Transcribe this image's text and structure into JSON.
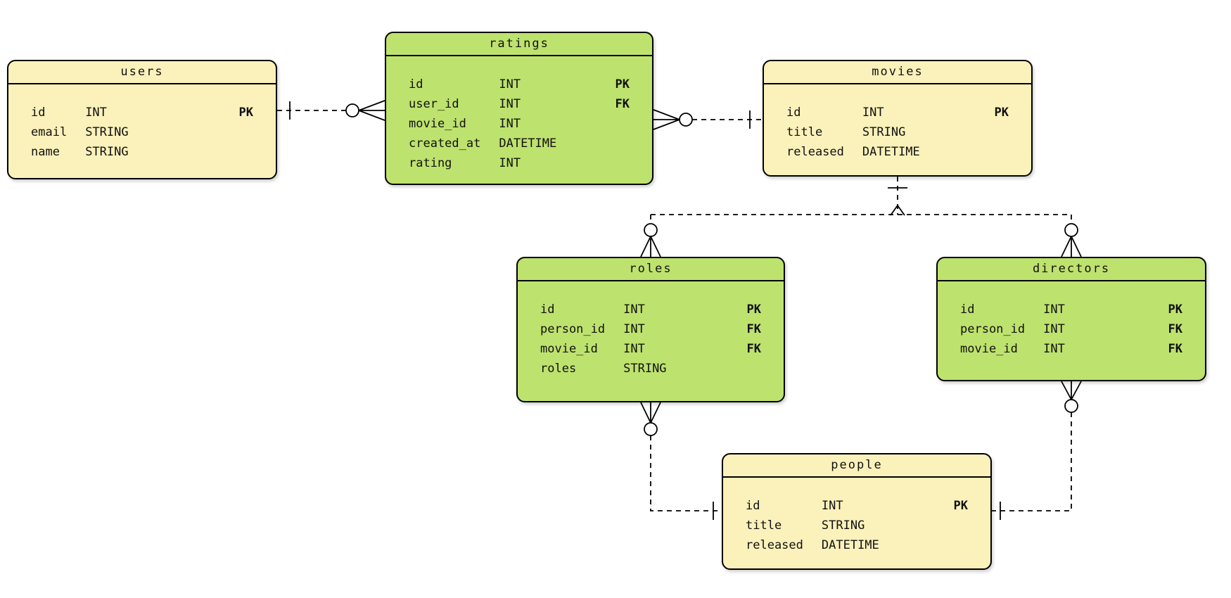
{
  "colors": {
    "yellow": "#FBF1BB",
    "green": "#BEE26E",
    "border": "#000000",
    "background": "#FFFFFF"
  },
  "entities": {
    "users": {
      "title": "users",
      "fields": [
        {
          "name": "id",
          "type": "INT",
          "key": "PK"
        },
        {
          "name": "email",
          "type": "STRING",
          "key": ""
        },
        {
          "name": "name",
          "type": "STRING",
          "key": ""
        }
      ]
    },
    "ratings": {
      "title": "ratings",
      "fields": [
        {
          "name": "id",
          "type": "INT",
          "key": "PK"
        },
        {
          "name": "user_id",
          "type": "INT",
          "key": "FK"
        },
        {
          "name": "movie_id",
          "type": "INT",
          "key": ""
        },
        {
          "name": "created_at",
          "type": "DATETIME",
          "key": ""
        },
        {
          "name": "rating",
          "type": "INT",
          "key": ""
        }
      ]
    },
    "movies": {
      "title": "movies",
      "fields": [
        {
          "name": "id",
          "type": "INT",
          "key": "PK"
        },
        {
          "name": "title",
          "type": "STRING",
          "key": ""
        },
        {
          "name": "released",
          "type": "DATETIME",
          "key": ""
        }
      ]
    },
    "roles": {
      "title": "roles",
      "fields": [
        {
          "name": "id",
          "type": "INT",
          "key": "PK"
        },
        {
          "name": "person_id",
          "type": "INT",
          "key": "FK"
        },
        {
          "name": "movie_id",
          "type": "INT",
          "key": "FK"
        },
        {
          "name": "roles",
          "type": "STRING",
          "key": ""
        }
      ]
    },
    "directors": {
      "title": "directors",
      "fields": [
        {
          "name": "id",
          "type": "INT",
          "key": "PK"
        },
        {
          "name": "person_id",
          "type": "INT",
          "key": "FK"
        },
        {
          "name": "movie_id",
          "type": "INT",
          "key": "FK"
        }
      ]
    },
    "people": {
      "title": "people",
      "fields": [
        {
          "name": "id",
          "type": "INT",
          "key": "PK"
        },
        {
          "name": "title",
          "type": "STRING",
          "key": ""
        },
        {
          "name": "released",
          "type": "DATETIME",
          "key": ""
        }
      ]
    }
  },
  "relationships": [
    {
      "from": "users",
      "to": "ratings",
      "from_cardinality": "one",
      "to_cardinality": "zero-or-many",
      "line": "dashed"
    },
    {
      "from": "movies",
      "to": "ratings",
      "from_cardinality": "one",
      "to_cardinality": "zero-or-many",
      "line": "dashed"
    },
    {
      "from": "movies",
      "to": "roles",
      "from_cardinality": "one",
      "to_cardinality": "zero-or-many",
      "line": "dashed"
    },
    {
      "from": "movies",
      "to": "directors",
      "from_cardinality": "one",
      "to_cardinality": "zero-or-many",
      "line": "dashed"
    },
    {
      "from": "people",
      "to": "roles",
      "from_cardinality": "one",
      "to_cardinality": "zero-or-many",
      "line": "dashed"
    },
    {
      "from": "people",
      "to": "directors",
      "from_cardinality": "one",
      "to_cardinality": "zero-or-many",
      "line": "dashed"
    }
  ]
}
